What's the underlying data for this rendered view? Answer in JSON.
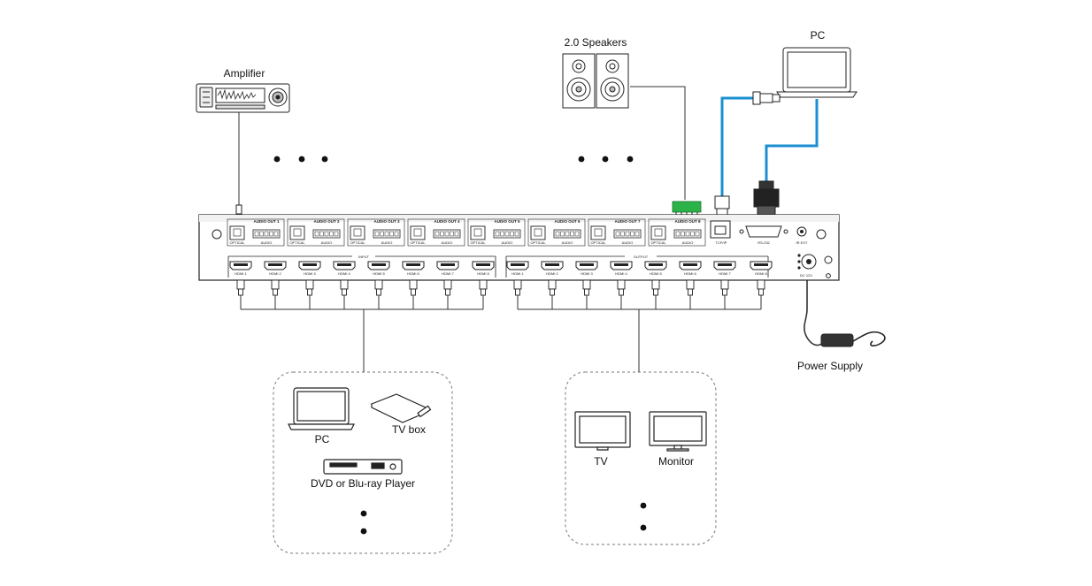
{
  "labels": {
    "amplifier": "Amplifier",
    "speakers": "2.0 Speakers",
    "pc_top": "PC",
    "power_supply": "Power Supply",
    "source_pc": "PC",
    "tv_box": "TV box",
    "dvd_player": "DVD or Blu-ray Player",
    "tv": "TV",
    "monitor": "Monitor"
  },
  "panel": {
    "audio_outs": [
      "AUDIO OUT 1",
      "AUDIO OUT 2",
      "AUDIO OUT 3",
      "AUDIO OUT 4",
      "AUDIO OUT 5",
      "AUDIO OUT 6",
      "AUDIO OUT 7",
      "AUDIO OUT 8"
    ],
    "optical_label": "OPTICAL",
    "audio_label": "AUDIO",
    "tcpip_label": "TCP/IP",
    "rs232_label": "RS-232",
    "irext_label": "IR EXT",
    "dc_label": "DC 12V",
    "input_label": "INPUT",
    "output_label": "OUTPUT",
    "inputs": [
      "HDMI 1",
      "HDMI 2",
      "HDMI 3",
      "HDMI 4",
      "HDMI 5",
      "HDMI 6",
      "HDMI 7",
      "HDMI 8"
    ],
    "outputs": [
      "HDMI 1",
      "HDMI 2",
      "HDMI 3",
      "HDMI 4",
      "HDMI 5",
      "HDMI 6",
      "HDMI 7",
      "HDMI 8"
    ]
  },
  "colors": {
    "network_cable": "#1b8fd1",
    "terminal_block": "#2bb34a",
    "outline": "#222222"
  }
}
